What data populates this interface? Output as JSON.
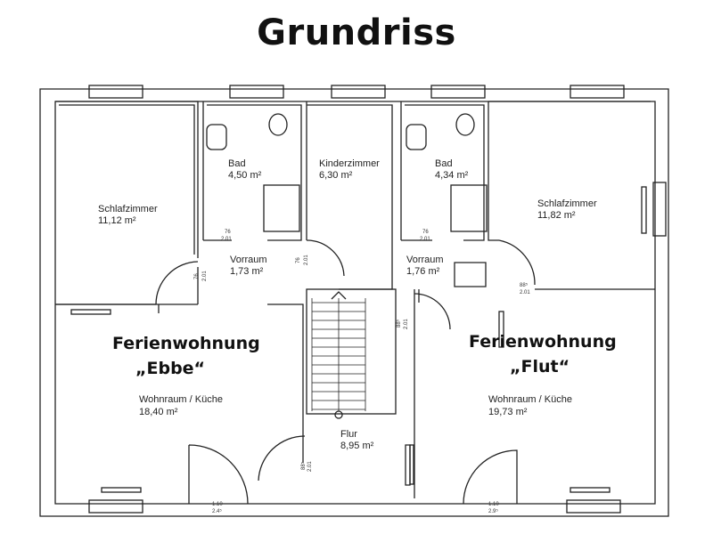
{
  "title": "Grundriss",
  "rooms": {
    "schlafzimmer_left": {
      "name": "Schlafzimmer",
      "area": "11,12 m²"
    },
    "bad_left": {
      "name": "Bad",
      "area": "4,50 m²"
    },
    "kinderzimmer": {
      "name": "Kinderzimmer",
      "area": "6,30 m²"
    },
    "bad_right": {
      "name": "Bad",
      "area": "4,34 m²"
    },
    "schlafzimmer_right": {
      "name": "Schlafzimmer",
      "area": "11,82 m²"
    },
    "vorraum_left": {
      "name": "Vorraum",
      "area": "1,73 m²"
    },
    "vorraum_right": {
      "name": "Vorraum",
      "area": "1,76 m²"
    },
    "wohnraum_left": {
      "name": "Wohnraum / Küche",
      "area": "18,40 m²"
    },
    "wohnraum_right": {
      "name": "Wohnraum / Küche",
      "area": "19,73 m²"
    },
    "flur": {
      "name": "Flur",
      "area": "8,95 m²"
    }
  },
  "apartments": {
    "left": {
      "line1": "Ferienwohnung",
      "line2": "„Ebbe“"
    },
    "right": {
      "line1": "Ferienwohnung",
      "line2": "„Flut“"
    }
  },
  "door_dims": {
    "d1": {
      "top": "76",
      "bottom": "2.01"
    },
    "d2": {
      "top": "76",
      "bottom": "2.01"
    },
    "d3": {
      "top": "76",
      "bottom": "2.01"
    },
    "d4": {
      "top": "76",
      "bottom": "2.01"
    },
    "d5": {
      "top": "88⁵",
      "bottom": "2.01"
    },
    "d6": {
      "top": "88⁵",
      "bottom": "2.01"
    },
    "d7": {
      "top": "88⁵",
      "bottom": "2.01"
    },
    "e1": {
      "top": "1.10",
      "bottom": "2.4⁵"
    },
    "e2": {
      "top": "1.10",
      "bottom": "2.9⁵"
    }
  }
}
